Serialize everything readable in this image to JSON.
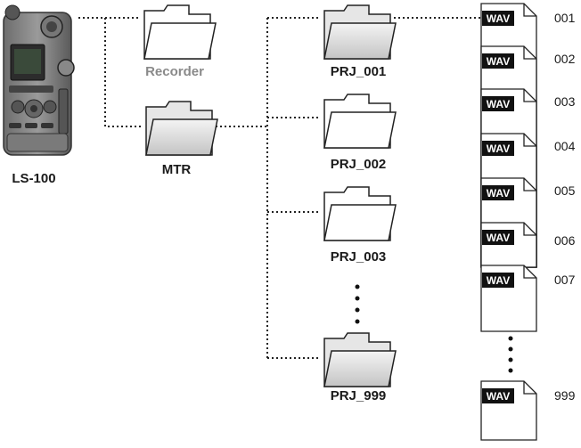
{
  "device": {
    "label": "LS-100"
  },
  "folders": {
    "recorder": "Recorder",
    "mtr": "MTR",
    "projects": [
      "PRJ_001",
      "PRJ_002",
      "PRJ_003",
      "PRJ_999"
    ]
  },
  "files": {
    "badge": "WAV",
    "numbers": [
      "001",
      "002",
      "003",
      "004",
      "005",
      "006",
      "007",
      "999"
    ]
  },
  "colors": {
    "line": "#222222",
    "muted_label": "#8a8a8a",
    "folder_fill": "#ffffff",
    "folder_shade": "#bdbdbd"
  }
}
